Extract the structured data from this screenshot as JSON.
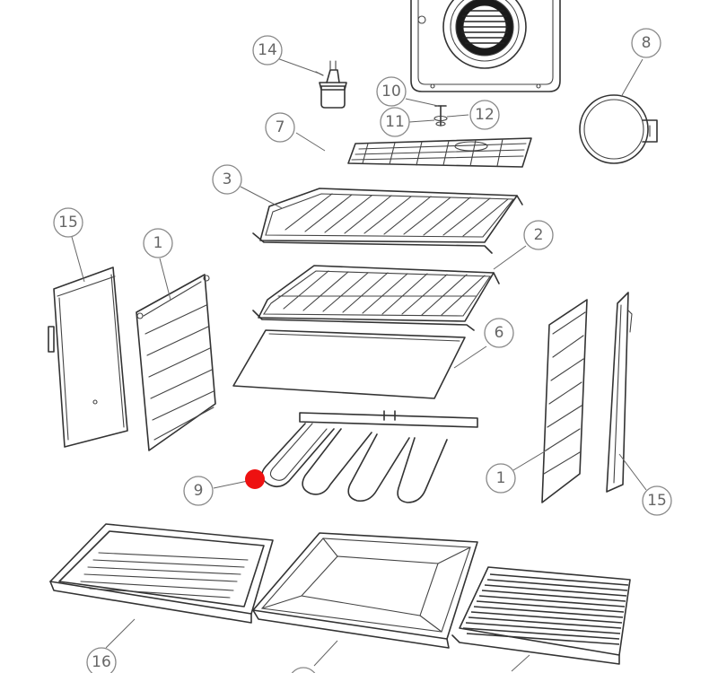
{
  "marker_color": "#ee1111",
  "callouts": [
    {
      "id": "c14",
      "label": "14"
    },
    {
      "id": "c8",
      "label": "8"
    },
    {
      "id": "c10",
      "label": "10"
    },
    {
      "id": "c11",
      "label": "11"
    },
    {
      "id": "c12",
      "label": "12"
    },
    {
      "id": "c7",
      "label": "7"
    },
    {
      "id": "c3",
      "label": "3"
    },
    {
      "id": "c2",
      "label": "2"
    },
    {
      "id": "c15a",
      "label": "15"
    },
    {
      "id": "c1a",
      "label": "1"
    },
    {
      "id": "c6",
      "label": "6"
    },
    {
      "id": "c9",
      "label": "9"
    },
    {
      "id": "c1b",
      "label": "1"
    },
    {
      "id": "c15b",
      "label": "15"
    },
    {
      "id": "c16",
      "label": "16"
    }
  ]
}
